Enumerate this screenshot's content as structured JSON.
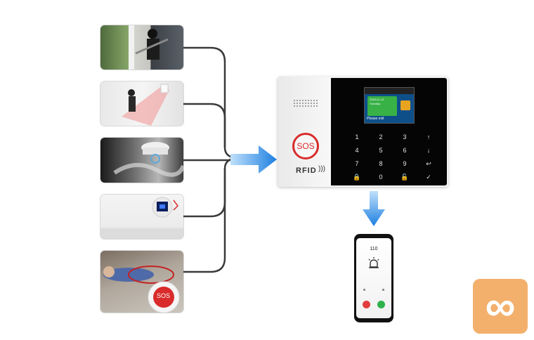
{
  "sensors": [
    {
      "name": "door-intrusion"
    },
    {
      "name": "pir-motion"
    },
    {
      "name": "smoke-detector"
    },
    {
      "name": "gas-detector"
    },
    {
      "name": "sos-panic-button",
      "button_text": "SOS"
    }
  ],
  "alarm_panel": {
    "sos_label": "SOS",
    "rfid_label": "RFID",
    "screen": {
      "date": "2020-01-12",
      "day": "Tuesday",
      "status": "Please exit"
    },
    "keypad": [
      "1",
      "2",
      "3",
      "↑",
      "4",
      "5",
      "6",
      "↓",
      "7",
      "8",
      "9",
      "↩",
      "🔒",
      "0",
      "🔓",
      "✓"
    ]
  },
  "phone": {
    "caller_number": "110"
  },
  "colors": {
    "arrow": "#2b8fe6",
    "wire": "#3a3a3a",
    "sos_red": "#d92b2b",
    "badge": "#f3b06c"
  },
  "brand_badge": {
    "symbol": "∞"
  }
}
